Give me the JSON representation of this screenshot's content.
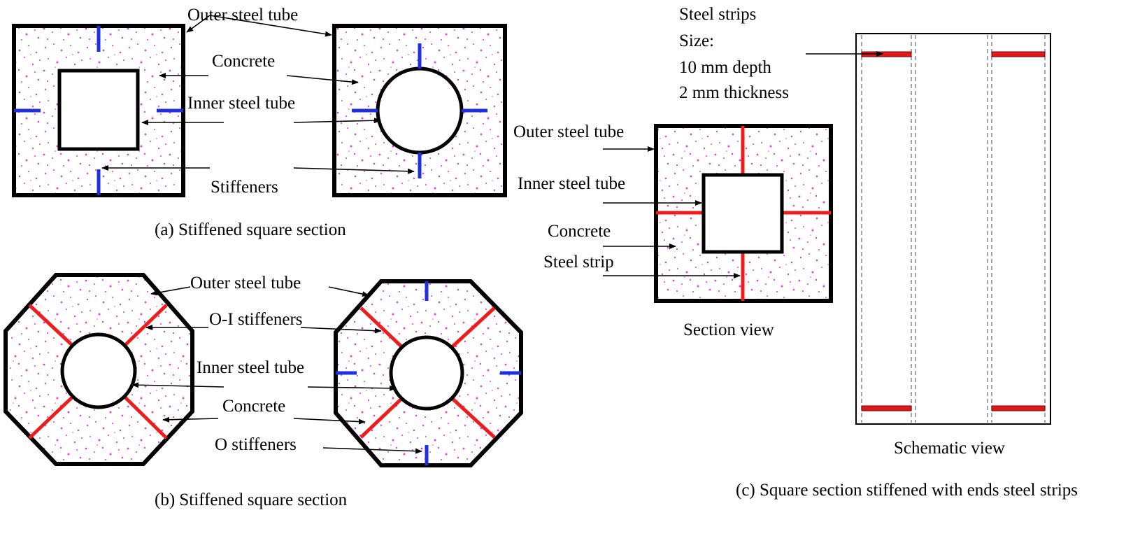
{
  "panel_a": {
    "caption": "(a) Stiffened square section",
    "labels": {
      "outer_tube": "Outer steel tube",
      "concrete": "Concrete",
      "inner_tube": "Inner steel tube",
      "stiffeners": "Stiffeners"
    }
  },
  "panel_b": {
    "caption": "(b) Stiffened square section",
    "labels": {
      "outer_tube": "Outer steel tube",
      "oi_stiffeners": "O-I stiffeners",
      "inner_tube": "Inner steel tube",
      "concrete": "Concrete",
      "o_stiffeners": "O stiffeners"
    }
  },
  "panel_c": {
    "caption": "(c) Square section stiffened with ends steel strips",
    "section_view": "Section view",
    "schematic_view": "Schematic view",
    "labels": {
      "strips_title": "Steel strips",
      "size": "Size:",
      "depth": "10 mm depth",
      "thickness": "2 mm thickness",
      "outer_tube": "Outer steel tube",
      "inner_tube": "Inner steel tube",
      "concrete": "Concrete",
      "steel_strip": "Steel strip"
    }
  },
  "colors": {
    "concrete_speckle": "#e040e0",
    "o_stiffener": "#1f2fe0",
    "oi_stiffener": "#ee1c1c",
    "outline": "#000000"
  }
}
